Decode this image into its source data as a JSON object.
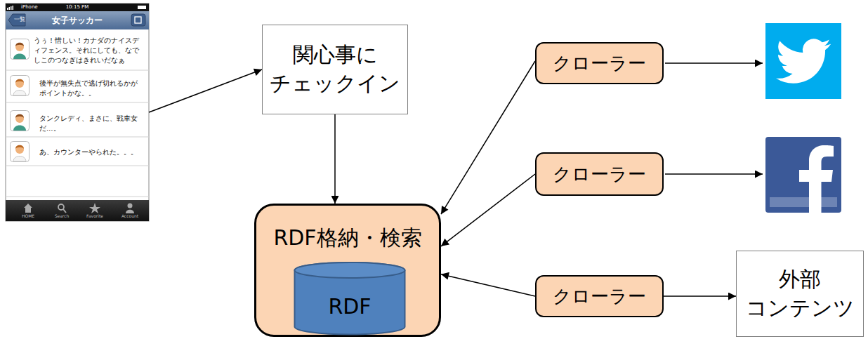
{
  "diagram": {
    "nodes": [
      {
        "text": [
          "iPhone",
          "10:15 PM",
          "一覧",
          "女子サッカー",
          "うぅ！惜しい！カナダのナイスディフェンス。それにしても、なでしこのつなぎはきれいだなぁ",
          "後半が無失点で逃げ切れるかがポイントかな。。",
          "タンクレディ、まさに、戦車女だ…。",
          "あ、カウンターやられた。。。",
          "HOME",
          "Search",
          "Favorite",
          "Account"
        ]
      },
      {
        "text": [
          "関心事に チェックイン"
        ]
      },
      {
        "text": [
          "RDF格納・検索"
        ]
      },
      {
        "text": [
          "RDF"
        ],
        "in": 2
      },
      {
        "text": [
          "クローラー"
        ]
      },
      {
        "text": [
          "クローラー"
        ]
      },
      {
        "text": [
          "クローラー"
        ]
      },
      {
        "text": [
          "外部 コンテンツ"
        ]
      }
    ],
    "edges": [
      {
        "from": 0,
        "to": 1,
        "arrow": "to"
      },
      {
        "from": 1,
        "to": 2,
        "arrow": "to"
      },
      {
        "from": 4,
        "to": 2,
        "arrow": "to"
      },
      {
        "from": 5,
        "to": 2,
        "arrow": "to"
      },
      {
        "from": 6,
        "to": 2,
        "arrow": "to"
      },
      {
        "from": 6,
        "to": 7,
        "arrow": "to"
      }
    ]
  }
}
